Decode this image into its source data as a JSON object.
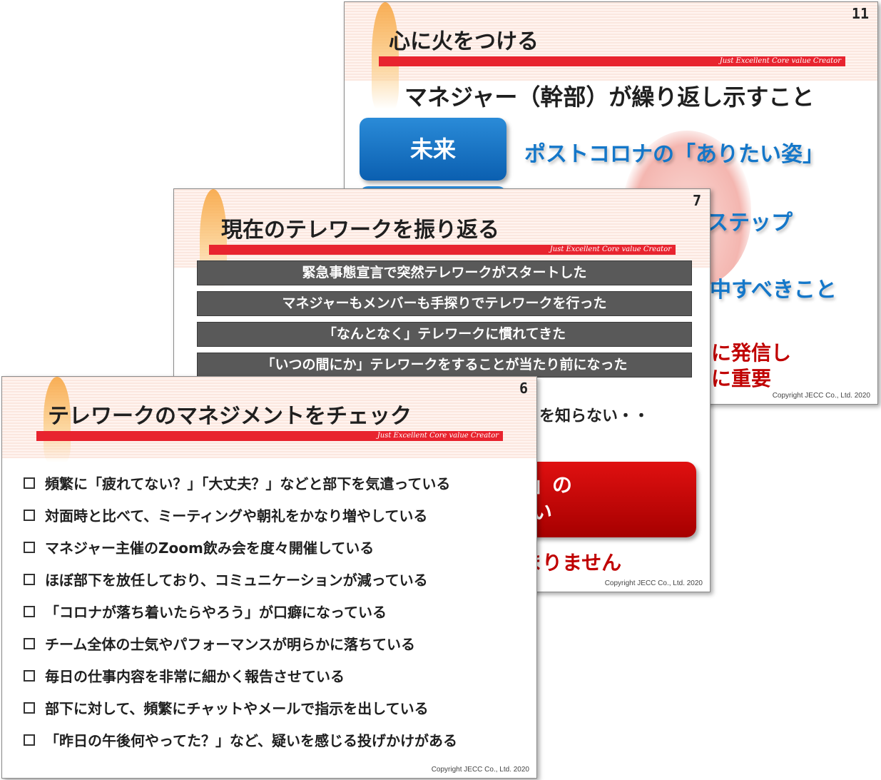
{
  "slide11": {
    "number": "11",
    "title": "心に火をつける",
    "bar_text": "Just Excellent Core value Creator",
    "subtitle": "マネジャー（幹部）が繰り返し示すこと",
    "button": "未来",
    "line1": "ポストコロナの「ありたい姿」",
    "line2": "ステップ",
    "line3": "中すべきこと",
    "red1": "に発信し",
    "red2": "に重要",
    "copyright": "Copyright JECC Co., Ltd. 2020"
  },
  "slide7": {
    "number": "7",
    "title": "現在のテレワークを振り返る",
    "bar_text": "Just Excellent Core value Creator",
    "boxes": [
      "緊急事態宣言で突然テレワークがスタートした",
      "マネジャーもメンバーも手探りでテレワークを行った",
      "「なんとなく」テレワークに慣れてきた",
      "「いつの間にか」テレワークをすることが当たり前になった"
    ],
    "partial_text": "を知らない・・",
    "button_line1": "い」の",
    "button_line2": "すい",
    "red_text": "まりません",
    "copyright": "Copyright JECC Co., Ltd. 2020"
  },
  "slide6": {
    "number": "6",
    "title": "テレワークのマネジメントをチェック",
    "bar_text": "Just Excellent Core value Creator",
    "checklist": [
      "頻繁に「疲れてない？」「大丈夫？」などと部下を気遣っている",
      "対面時と比べて、ミーティングや朝礼をかなり増やしている",
      "マネジャー主催のZoom飲み会を度々開催している",
      "ほぼ部下を放任しており、コミュニケーションが減っている",
      "「コロナが落ち着いたらやろう」が口癖になっている",
      "チーム全体の士気やパフォーマンスが明らかに落ちている",
      "毎日の仕事内容を非常に細かく報告させている",
      "部下に対して、頻繁にチャットやメールで指示を出している",
      "「昨日の午後何やってた？」など、疑いを感じる投げかけがある"
    ],
    "copyright": "Copyright JECC Co., Ltd. 2020"
  }
}
